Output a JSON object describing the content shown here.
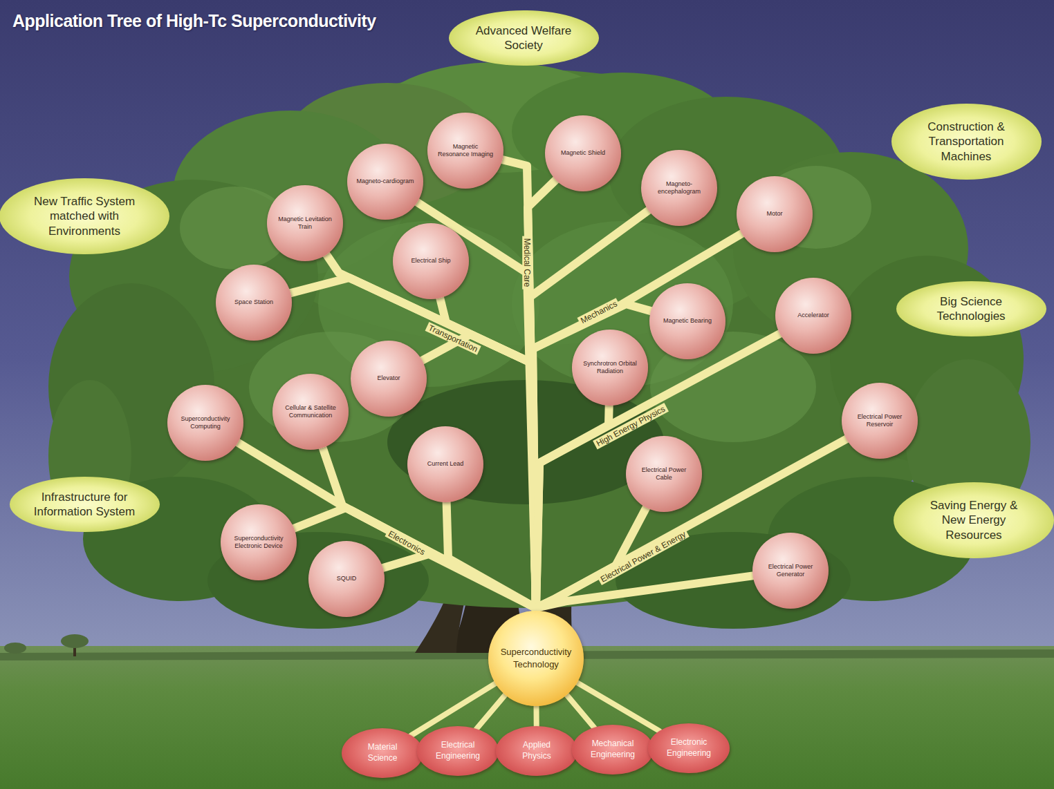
{
  "diagram": {
    "title": "Application Tree of High-Tc Superconductivity",
    "nodes": [
      {
        "text": [
          "Advanced Welfare Society"
        ]
      },
      {
        "text": [
          "Magnetic Resonance Imaging"
        ]
      },
      {
        "text": [
          "Magnetic Shield"
        ]
      },
      {
        "text": [
          "Construction & Transportation Machines"
        ]
      },
      {
        "text": [
          "Magneto-cardiogram"
        ]
      },
      {
        "text": [
          "Magneto-encephalogram"
        ]
      },
      {
        "text": [
          "New Traffic System matched with Environments"
        ]
      },
      {
        "text": [
          "Magnetic Levitation Train"
        ]
      },
      {
        "text": [
          "Motor"
        ]
      },
      {
        "text": [
          "Electrical Ship"
        ]
      },
      {
        "text": [
          "Space Station"
        ]
      },
      {
        "text": [
          "Big Science Technologies"
        ]
      },
      {
        "text": [
          "Magnetic Bearing"
        ]
      },
      {
        "text": [
          "Accelerator"
        ]
      },
      {
        "text": [
          "Elevator"
        ]
      },
      {
        "text": [
          "Synchrotron Orbital Radiation"
        ]
      },
      {
        "text": [
          "Superconductivity Computing"
        ]
      },
      {
        "text": [
          "Cellular & Satellite Communication"
        ]
      },
      {
        "text": [
          "Electrical Power Reservoir"
        ]
      },
      {
        "text": [
          "Current Lead"
        ]
      },
      {
        "text": [
          "Electrical Power Cable"
        ]
      },
      {
        "text": [
          "Infrastructure for Information System"
        ]
      },
      {
        "text": [
          "Saving Energy & New Energy Resources"
        ]
      },
      {
        "text": [
          "Superconductivity Electronic Device"
        ]
      },
      {
        "text": [
          "SQUID"
        ]
      },
      {
        "text": [
          "Electrical Power Generator"
        ]
      },
      {
        "text": [
          "Superconductivity Technology"
        ]
      },
      {
        "text": [
          "Material Science"
        ]
      },
      {
        "text": [
          "Electrical Engineering"
        ]
      },
      {
        "text": [
          "Applied Physics"
        ]
      },
      {
        "text": [
          "Mechanical Engineering"
        ]
      },
      {
        "text": [
          "Electronic Engineering"
        ]
      }
    ],
    "edges": [
      {
        "from": 26,
        "to": 1,
        "arrow": "none"
      },
      {
        "from": 26,
        "to": 2,
        "arrow": "none"
      },
      {
        "from": 26,
        "to": 4,
        "arrow": "none"
      },
      {
        "from": 26,
        "to": 5,
        "arrow": "none"
      },
      {
        "from": 26,
        "to": 7,
        "arrow": "none"
      },
      {
        "from": 26,
        "to": 8,
        "arrow": "none"
      },
      {
        "from": 26,
        "to": 9,
        "arrow": "none"
      },
      {
        "from": 26,
        "to": 10,
        "arrow": "none"
      },
      {
        "from": 26,
        "to": 12,
        "arrow": "none"
      },
      {
        "from": 26,
        "to": 13,
        "arrow": "none"
      },
      {
        "from": 26,
        "to": 14,
        "arrow": "none"
      },
      {
        "from": 26,
        "to": 15,
        "arrow": "none"
      },
      {
        "from": 26,
        "to": 16,
        "arrow": "none"
      },
      {
        "from": 26,
        "to": 17,
        "arrow": "none"
      },
      {
        "from": 26,
        "to": 18,
        "arrow": "none"
      },
      {
        "from": 26,
        "to": 19,
        "arrow": "none"
      },
      {
        "from": 26,
        "to": 20,
        "arrow": "none"
      },
      {
        "from": 26,
        "to": 23,
        "arrow": "none"
      },
      {
        "from": 26,
        "to": 24,
        "arrow": "none"
      },
      {
        "from": 26,
        "to": 25,
        "arrow": "none"
      },
      {
        "from": 26,
        "to": 27,
        "arrow": "none"
      },
      {
        "from": 26,
        "to": 28,
        "arrow": "none"
      },
      {
        "from": 26,
        "to": 29,
        "arrow": "none"
      },
      {
        "from": 26,
        "to": 30,
        "arrow": "none"
      },
      {
        "from": 26,
        "to": 31,
        "arrow": "none"
      }
    ],
    "labels": [
      "Medical Care",
      "Mechanics",
      "Transportation",
      "High Energy Physics",
      "Electronics",
      "Electrical Power & Energy"
    ]
  }
}
